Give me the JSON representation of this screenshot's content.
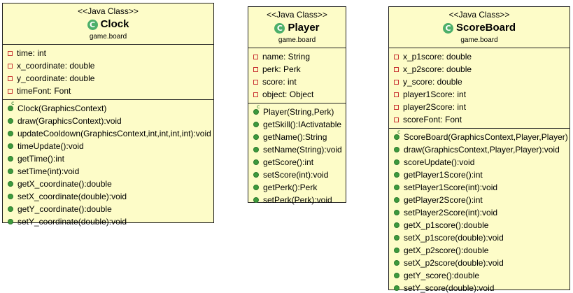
{
  "classes": [
    {
      "stereotype": "<<Java Class>>",
      "icon": "class-c-icon",
      "icon_glyph": "C",
      "name": "Clock",
      "package": "game.board",
      "attributes": [
        "time: int",
        "x_coordinate: double",
        "y_coordinate: double",
        "timeFont: Font"
      ],
      "constructors": [
        "Clock(GraphicsContext)"
      ],
      "methods": [
        "draw(GraphicsContext):void",
        "updateCooldown(GraphicsContext,int,int,int,int):void",
        "timeUpdate():void",
        "getTime():int",
        "setTime(int):void",
        "getX_coordinate():double",
        "setX_coordinate(double):void",
        "getY_coordinate():double",
        "setY_coordinate(double):void"
      ]
    },
    {
      "stereotype": "<<Java Class>>",
      "icon": "class-c-icon",
      "icon_glyph": "C",
      "name": "Player",
      "package": "game.board",
      "attributes": [
        "name: String",
        "perk: Perk",
        "score: int",
        "object: Object"
      ],
      "constructors": [
        "Player(String,Perk)"
      ],
      "methods": [
        "getSkill():IActivatable",
        "getName():String",
        "setName(String):void",
        "getScore():int",
        "setScore(int):void",
        "getPerk():Perk",
        "setPerk(Perk):void"
      ]
    },
    {
      "stereotype": "<<Java Class>>",
      "icon": "class-c-icon",
      "icon_glyph": "C",
      "name": "ScoreBoard",
      "package": "game.board",
      "attributes": [
        "x_p1score: double",
        "x_p2score: double",
        "y_score: double",
        "player1Score: int",
        "player2Score: int",
        "scoreFont: Font"
      ],
      "constructors": [
        "ScoreBoard(GraphicsContext,Player,Player)"
      ],
      "methods": [
        "draw(GraphicsContext,Player,Player):void",
        "scoreUpdate():void",
        "getPlayer1Score():int",
        "setPlayer1Score(int):void",
        "getPlayer2Score():int",
        "setPlayer2Score(int):void",
        "getX_p1score():double",
        "setX_p1score(double):void",
        "getX_p2score():double",
        "setX_p2score(double):void",
        "getY_score():double",
        "setY_score(double):void"
      ]
    }
  ]
}
